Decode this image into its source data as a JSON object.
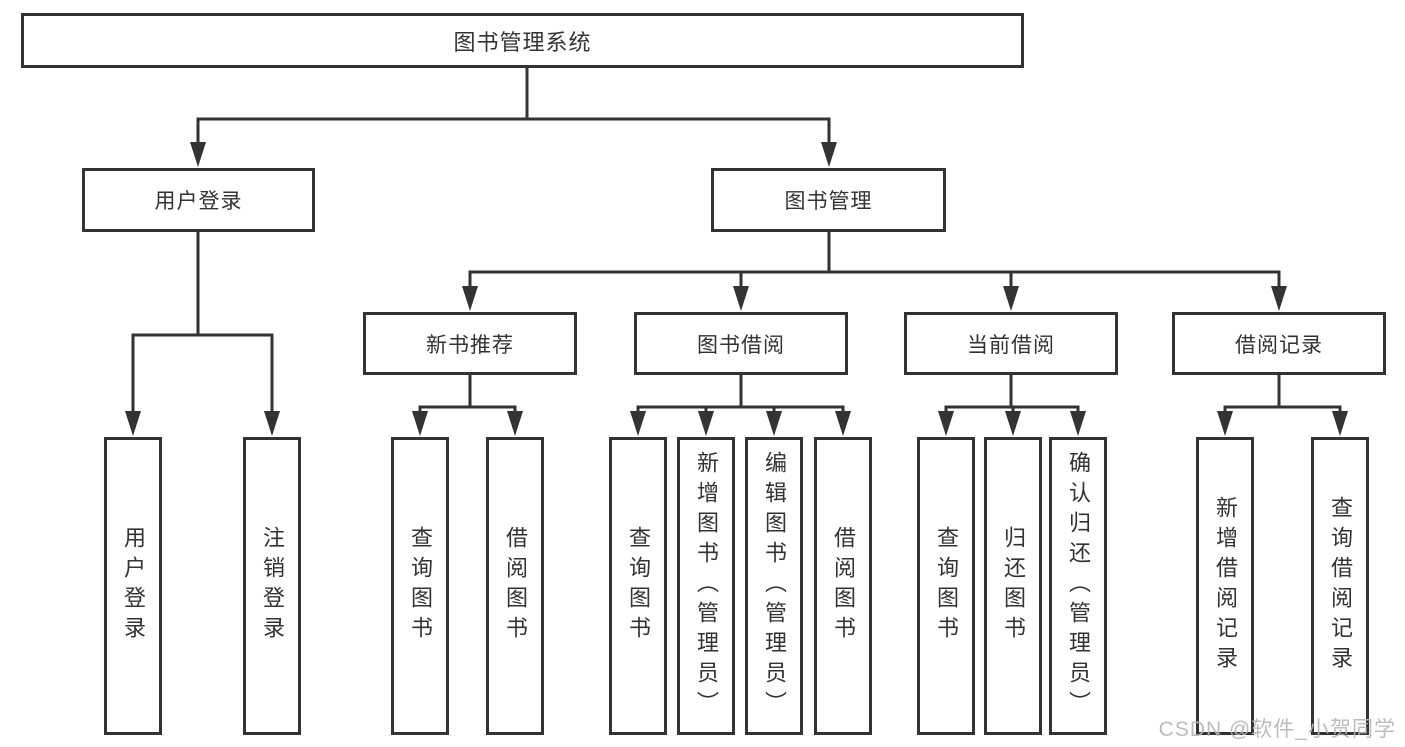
{
  "diagram_title": "图书管理系统",
  "nodes": {
    "root": "图书管理系统",
    "user_login": "用户登录",
    "book_management": "图书管理",
    "new_book_recommend": "新书推荐",
    "book_borrow": "图书借阅",
    "current_borrow": "当前借阅",
    "borrow_record": "借阅记录",
    "leaf_user_login": "用户登录",
    "leaf_logout": "注销登录",
    "leaf_query_book_recommend": "查询图书",
    "leaf_borrow_book_recommend": "借阅图书",
    "leaf_query_book_borrow": "查询图书",
    "leaf_add_book_admin": "新增图书（管理员）",
    "leaf_edit_book_admin": "编辑图书（管理员）",
    "leaf_borrow_book_borrow": "借阅图书",
    "leaf_query_book_current": "查询图书",
    "leaf_return_book": "归还图书",
    "leaf_confirm_return_admin": "确认归还（管理员）",
    "leaf_add_borrow_record": "新增借阅记录",
    "leaf_query_borrow_record": "查询借阅记录"
  },
  "watermark": "CSDN @软件_小贺同学",
  "colors": {
    "line": "#333333",
    "box_border": "#333333",
    "text": "#333333",
    "watermark": "#b6b6b6",
    "background": "#ffffff"
  }
}
